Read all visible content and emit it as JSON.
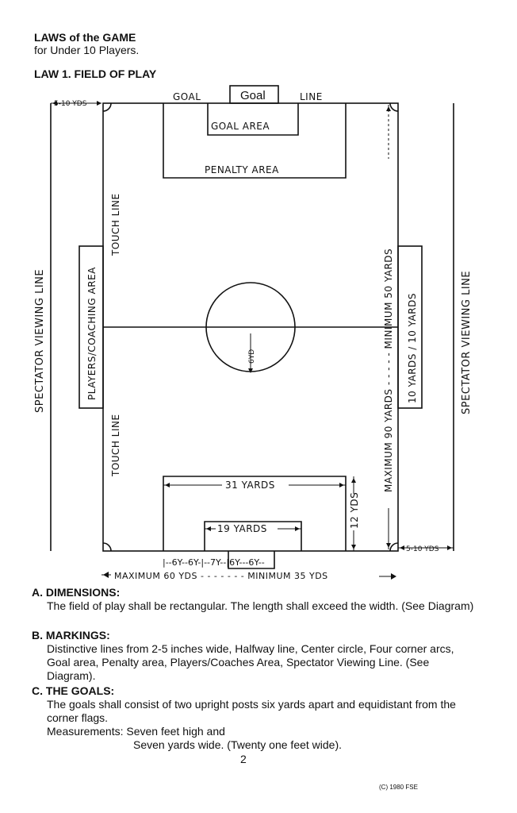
{
  "header": {
    "title": "LAWS of the GAME",
    "subtitle": "for Under 10 Players.",
    "law_title": "LAW 1.  FIELD OF PLAY"
  },
  "diagram": {
    "goal_box": "Goal",
    "goal_left": "GOAL",
    "goal_right": "LINE",
    "goal_area": "GOAL AREA",
    "penalty_area": "PENALTY AREA",
    "touch_line_top": "TOUCH LINE",
    "touch_line_bottom": "TOUCH LINE",
    "players_area": "PLAYERS/COACHING AREA",
    "spectator_left": "SPECTATOR VIEWING LINE",
    "spectator_right": "SPECTATOR VIEWING LINE",
    "min_max_length": "MAXIMUM 90 YARDS - - - - - MINIMUM 50 YARDS",
    "ten_yards": "10 YARDS / 10 YARDS",
    "center_6yd": "6YD",
    "top_5_10": "5-10 YDS",
    "bottom_5_10": "5-10 YDS",
    "yards_31": "31 YARDS",
    "yards_19": "19 YARDS",
    "yards_12": "12 YDS",
    "goal_dims": "|--6Y--6Y-|--7Y--|6Y---6Y--",
    "width_range": "MAXIMUM 60 YDS - - - - - - - MINIMUM 35 YDS"
  },
  "sections": [
    {
      "heading": "A. DIMENSIONS:",
      "text": "The field of play shall be rectangular. The length shall exceed the width. (See Diagram)"
    },
    {
      "heading": "B. MARKINGS:",
      "text": "Distinctive lines from 2-5 inches wide, Halfway line, Center circle, Four corner arcs, Goal area, Penalty area, Players/Coaches Area, Spectator Viewing Line. (See Diagram)."
    },
    {
      "heading": "C. THE GOALS:",
      "text": "The goals shall consist of two upright posts six yards apart and equidistant from the corner flags.",
      "measure1": "Measurements: Seven feet high and",
      "measure2": "Seven yards wide. (Twenty one feet wide)."
    }
  ],
  "footer": {
    "page_number": "2",
    "copyright": "(C) 1980 FSE"
  }
}
